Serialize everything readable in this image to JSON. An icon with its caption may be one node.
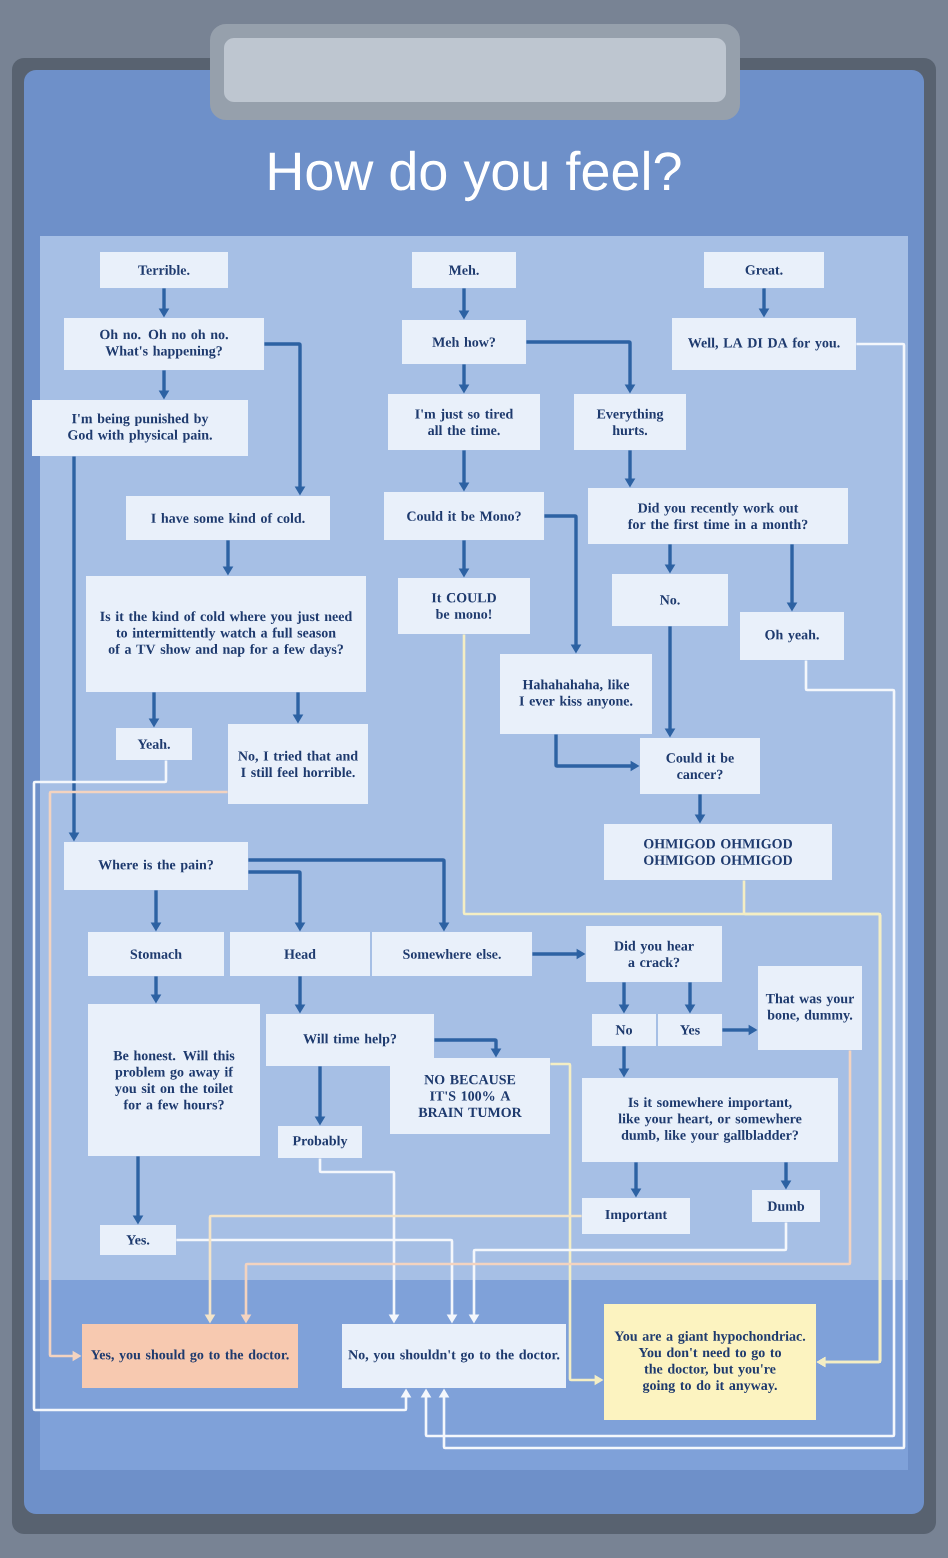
{
  "diagram": {
    "title": "How do you feel?",
    "nodes": [
      {
        "text": [
          "Terrible."
        ]
      },
      {
        "text": [
          "Oh no. Oh no oh no. What's happening?"
        ]
      },
      {
        "text": [
          "I'm being punished by God with physical pain."
        ]
      },
      {
        "text": [
          "I have some kind of cold."
        ]
      },
      {
        "text": [
          "Is it the kind of cold where you just need to intermittently watch a full season of a TV show and nap for a few days?"
        ]
      },
      {
        "text": [
          "Yeah."
        ]
      },
      {
        "text": [
          "No, I tried that and I still feel horrible."
        ]
      },
      {
        "text": [
          "Meh."
        ]
      },
      {
        "text": [
          "Meh how?"
        ]
      },
      {
        "text": [
          "I'm just so tired all the time."
        ]
      },
      {
        "text": [
          "Could it be Mono?"
        ]
      },
      {
        "text": [
          "It COULD be mono!"
        ]
      },
      {
        "text": [
          "Hahahahaha, like I ever kiss anyone."
        ]
      },
      {
        "text": [
          "Everything hurts."
        ]
      },
      {
        "text": [
          "Did you recently work out for the first time in a month?"
        ]
      },
      {
        "text": [
          "No."
        ]
      },
      {
        "text": [
          "Oh yeah."
        ]
      },
      {
        "text": [
          "Could it be cancer?"
        ]
      },
      {
        "text": [
          "OHMIGOD OHMIGOD OHMIGOD OHMIGOD"
        ]
      },
      {
        "text": [
          "Great."
        ]
      },
      {
        "text": [
          "Well, LA DI DA for you."
        ]
      },
      {
        "text": [
          "Where is the pain?"
        ]
      },
      {
        "text": [
          "Stomach"
        ]
      },
      {
        "text": [
          "Head"
        ]
      },
      {
        "text": [
          "Somewhere else."
        ]
      },
      {
        "text": [
          "Be honest. Will this problem go away if you sit on the toilet for a few hours?"
        ]
      },
      {
        "text": [
          "Will time help?"
        ]
      },
      {
        "text": [
          "Probably"
        ]
      },
      {
        "text": [
          "NO BECAUSE IT'S 100% A BRAIN TUMOR"
        ]
      },
      {
        "text": [
          "Yes."
        ]
      },
      {
        "text": [
          "Did you hear a crack?"
        ]
      },
      {
        "text": [
          "No"
        ]
      },
      {
        "text": [
          "Yes"
        ]
      },
      {
        "text": [
          "That was your bone, dummy."
        ]
      },
      {
        "text": [
          "Is it somewhere important, like your heart, or somewhere dumb, like your gallbladder?"
        ]
      },
      {
        "text": [
          "Important"
        ]
      },
      {
        "text": [
          "Dumb"
        ]
      },
      {
        "text": [
          "Yes, you should go to the doctor."
        ]
      },
      {
        "text": [
          "No, you shouldn't go to the doctor."
        ]
      },
      {
        "text": [
          "You are a giant hypochondriac. You don't need to go to the doctor, but you're going to do it anyway."
        ]
      }
    ],
    "edges": [
      {
        "from": 0,
        "to": 1,
        "arrow": "to"
      },
      {
        "from": 1,
        "to": 2,
        "arrow": "to"
      },
      {
        "from": 1,
        "to": 3,
        "arrow": "to"
      },
      {
        "from": 3,
        "to": 4,
        "arrow": "to"
      },
      {
        "from": 4,
        "to": 5,
        "arrow": "to"
      },
      {
        "from": 4,
        "to": 6,
        "arrow": "to"
      },
      {
        "from": 7,
        "to": 8,
        "arrow": "to"
      },
      {
        "from": 8,
        "to": 9,
        "arrow": "to"
      },
      {
        "from": 8,
        "to": 13,
        "arrow": "to"
      },
      {
        "from": 9,
        "to": 10,
        "arrow": "to"
      },
      {
        "from": 10,
        "to": 11,
        "arrow": "to"
      },
      {
        "from": 10,
        "to": 12,
        "arrow": "to"
      },
      {
        "from": 12,
        "to": 17,
        "arrow": "to"
      },
      {
        "from": 13,
        "to": 14,
        "arrow": "to"
      },
      {
        "from": 14,
        "to": 15,
        "arrow": "to"
      },
      {
        "from": 14,
        "to": 16,
        "arrow": "to"
      },
      {
        "from": 15,
        "to": 17,
        "arrow": "to"
      },
      {
        "from": 17,
        "to": 18,
        "arrow": "to"
      },
      {
        "from": 19,
        "to": 20,
        "arrow": "to"
      },
      {
        "from": 2,
        "to": 21,
        "arrow": "to"
      },
      {
        "from": 21,
        "to": 22,
        "arrow": "to"
      },
      {
        "from": 21,
        "to": 23,
        "arrow": "to"
      },
      {
        "from": 21,
        "to": 24,
        "arrow": "to"
      },
      {
        "from": 22,
        "to": 25,
        "arrow": "to"
      },
      {
        "from": 23,
        "to": 26,
        "arrow": "to"
      },
      {
        "from": 26,
        "to": 27,
        "arrow": "to"
      },
      {
        "from": 26,
        "to": 28,
        "arrow": "to"
      },
      {
        "from": 25,
        "to": 29,
        "arrow": "to"
      },
      {
        "from": 24,
        "to": 30,
        "arrow": "to"
      },
      {
        "from": 30,
        "to": 31,
        "arrow": "to"
      },
      {
        "from": 30,
        "to": 32,
        "arrow": "to"
      },
      {
        "from": 32,
        "to": 33,
        "arrow": "to"
      },
      {
        "from": 31,
        "to": 34,
        "arrow": "to"
      },
      {
        "from": 34,
        "to": 35,
        "arrow": "to"
      },
      {
        "from": 34,
        "to": 36,
        "arrow": "to"
      },
      {
        "from": 5,
        "to": 38,
        "arrow": "to",
        "color": "#f4f7fc"
      },
      {
        "from": 6,
        "to": 37,
        "arrow": "to",
        "color": "#f3d3c0"
      },
      {
        "from": 11,
        "to": 39,
        "arrow": "to",
        "color": "#f4eec4"
      },
      {
        "from": 18,
        "to": 39,
        "arrow": "to",
        "color": "#f4eec4"
      },
      {
        "from": 16,
        "to": 38,
        "arrow": "to",
        "color": "#f4f7fc"
      },
      {
        "from": 20,
        "to": 38,
        "arrow": "to",
        "color": "#f4f7fc"
      },
      {
        "from": 27,
        "to": 38,
        "arrow": "to",
        "color": "#f4f7fc"
      },
      {
        "from": 29,
        "to": 38,
        "arrow": "to",
        "color": "#f4f7fc"
      },
      {
        "from": 28,
        "to": 39,
        "arrow": "to",
        "color": "#f4eec4"
      },
      {
        "from": 35,
        "to": 37,
        "arrow": "to",
        "color": "#f3e4c8"
      },
      {
        "from": 36,
        "to": 38,
        "arrow": "to",
        "color": "#f4f7fc"
      },
      {
        "from": 33,
        "to": 37,
        "arrow": "to",
        "color": "#f3d3c0"
      }
    ]
  }
}
